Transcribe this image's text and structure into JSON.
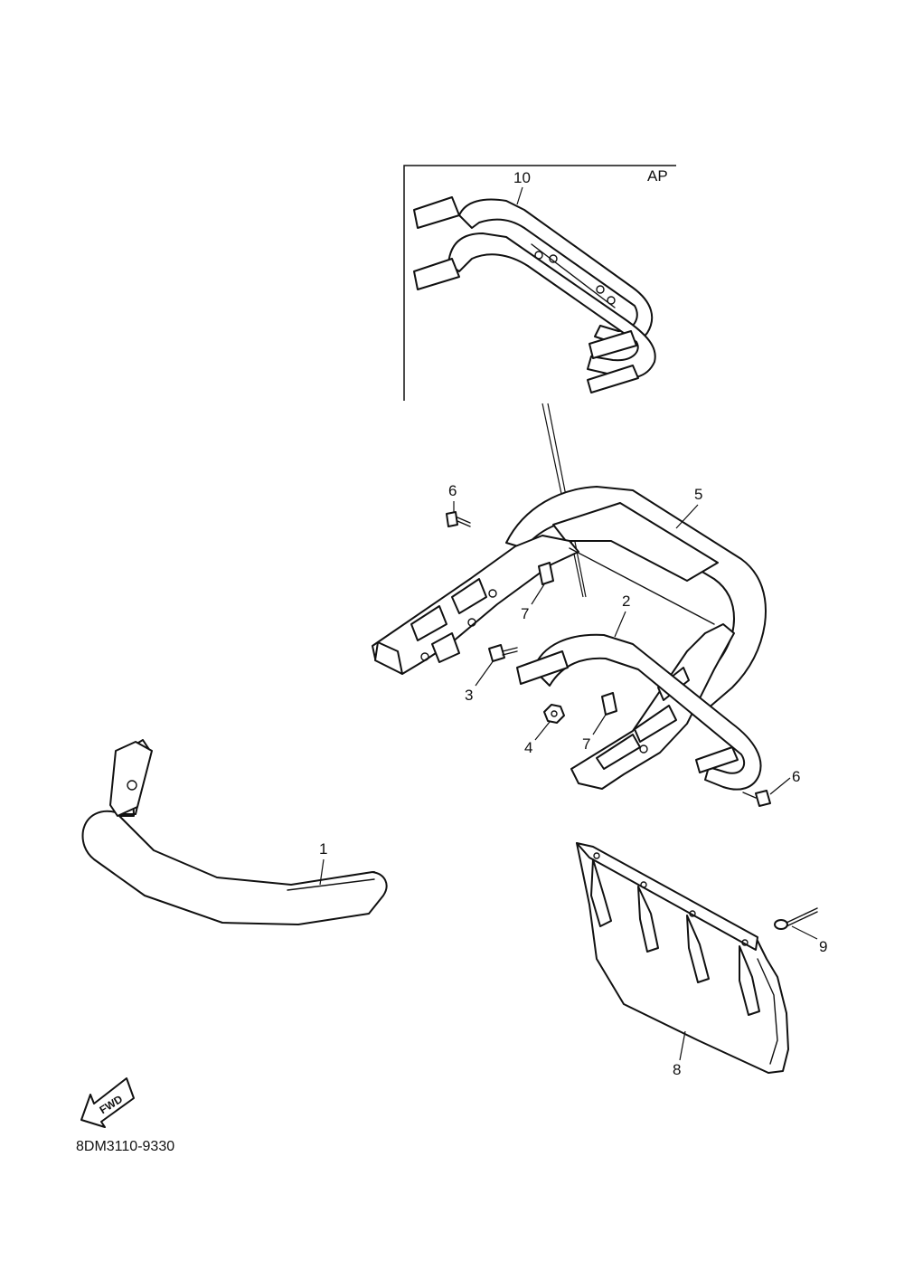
{
  "diagram": {
    "inset_label": "AP",
    "callouts": [
      {
        "id": "1",
        "text": "1"
      },
      {
        "id": "2",
        "text": "2"
      },
      {
        "id": "3",
        "text": "3"
      },
      {
        "id": "4",
        "text": "4"
      },
      {
        "id": "5",
        "text": "5"
      },
      {
        "id": "6a",
        "text": "6"
      },
      {
        "id": "6b",
        "text": "6"
      },
      {
        "id": "7a",
        "text": "7"
      },
      {
        "id": "7b",
        "text": "7"
      },
      {
        "id": "8",
        "text": "8"
      },
      {
        "id": "9",
        "text": "9"
      },
      {
        "id": "10",
        "text": "10"
      }
    ],
    "direction_label": "FWD",
    "drawing_code": "8DM3110-9330"
  },
  "icons": {
    "forward_arrow": "fwd-arrow-icon"
  }
}
